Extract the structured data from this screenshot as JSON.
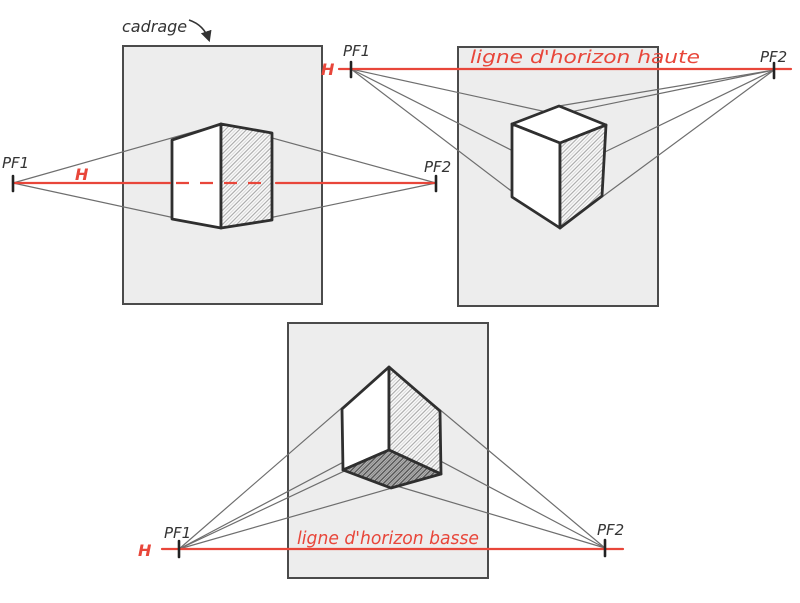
{
  "colors": {
    "red": "#e8463a",
    "frame_fill": "#ededed",
    "frame_border": "#4b4b4b",
    "cube_edge": "#2f2f2f",
    "construction_line": "#6e6e6e",
    "label": "#333333"
  },
  "annotation": {
    "frame_label": "cadrage"
  },
  "diagrams": [
    {
      "id": "eye-level-horizon",
      "pf1": "PF1",
      "pf2": "PF2",
      "horizon_label": "H"
    },
    {
      "id": "high-horizon",
      "title": "ligne d'horizon haute",
      "pf1": "PF1",
      "pf2": "PF2",
      "horizon_label": "H"
    },
    {
      "id": "low-horizon",
      "title": "ligne d'horizon basse",
      "pf1": "PF1",
      "pf2": "PF2",
      "horizon_label": "H"
    }
  ]
}
